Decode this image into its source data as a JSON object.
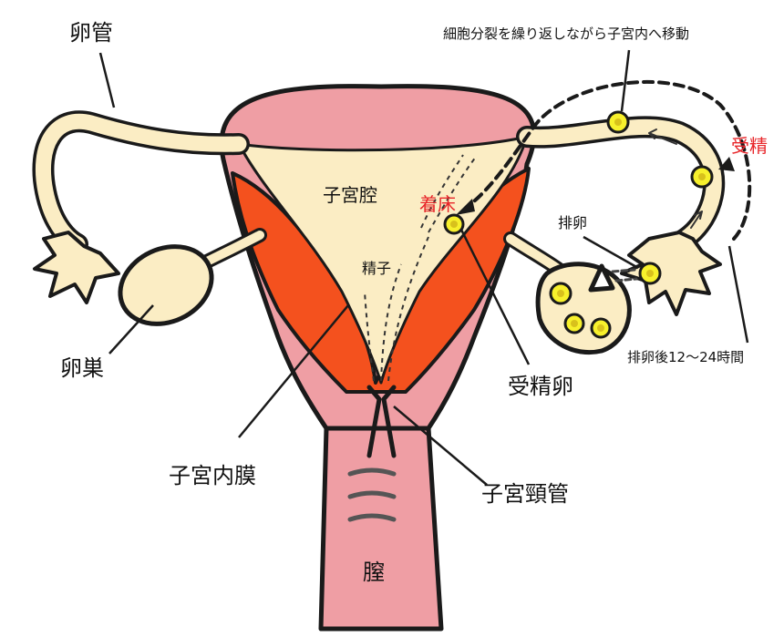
{
  "labels": {
    "oviduct": "卵管",
    "ovary": "卵巣",
    "uterine_cavity": "子宮腔",
    "endometrium": "子宮内膜",
    "cervical_canal": "子宮頸管",
    "vagina": "膣",
    "fertilized_egg": "受精卵",
    "sperm": "精子",
    "implantation": "着床",
    "fertilization": "受精",
    "ovulation": "排卵",
    "after_ovulation": "排卵後12～24時間",
    "migration": "細胞分裂を繰り返しながら子宮内へ移動"
  },
  "colors": {
    "tube": "#fbedc4",
    "uterus": "#ef9ea4",
    "endometrium": "#f4511e",
    "egg": "#f7f02c",
    "outline": "#1a1a1a",
    "accent_red": "#e8262a"
  }
}
